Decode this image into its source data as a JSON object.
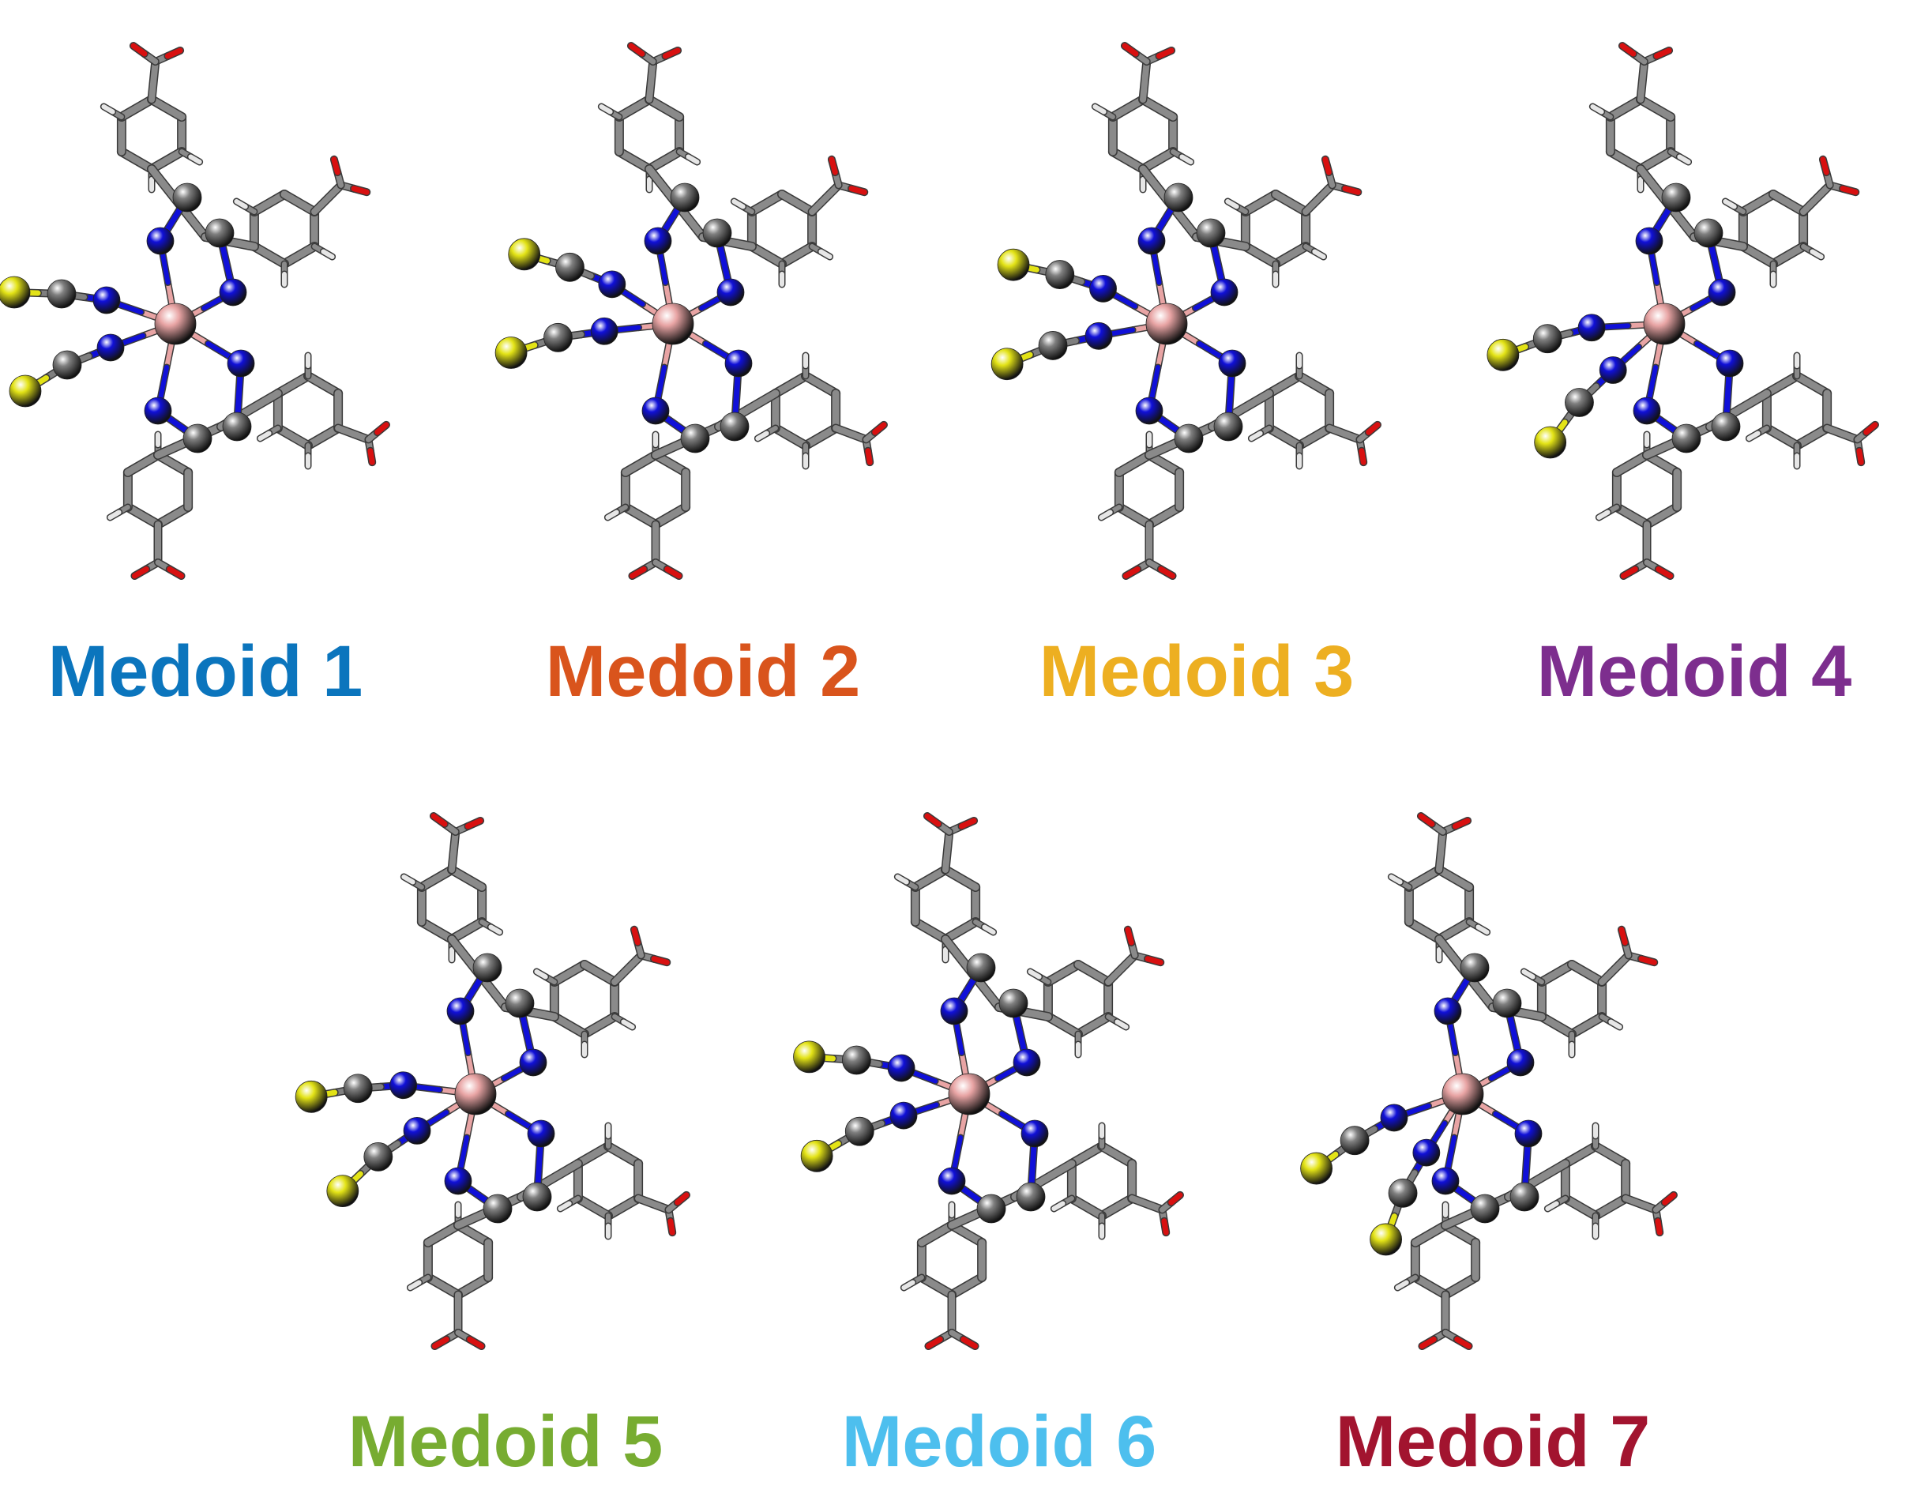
{
  "figure": {
    "medoids": [
      {
        "label": "Medoid 1",
        "color": "#0b75bd",
        "ncs_angle": 0
      },
      {
        "label": "Medoid 2",
        "color": "#d9541c",
        "ncs_angle": 14
      },
      {
        "label": "Medoid 3",
        "color": "#edaf21",
        "ncs_angle": 10
      },
      {
        "label": "Medoid 4",
        "color": "#7d2e8e",
        "ncs_angle": -22
      },
      {
        "label": "Medoid 5",
        "color": "#77ac31",
        "ncs_angle": -12
      },
      {
        "label": "Medoid 6",
        "color": "#4dbfee",
        "ncs_angle": 2
      },
      {
        "label": "Medoid 7",
        "color": "#a2142f",
        "ncs_angle": -38
      }
    ],
    "atom_colors": {
      "ruthenium": "#e8a4a4",
      "nitrogen": "#1010d8",
      "carbon": "#7f7f7f",
      "sulfur": "#e3e316",
      "oxygen": "#d81010",
      "hydrogen": "#e6e6e6"
    },
    "icons": [
      "ruthenium-atom-icon",
      "nitrogen-atom-icon",
      "carbon-atom-icon",
      "sulfur-atom-icon",
      "oxygen-atom-icon"
    ]
  }
}
